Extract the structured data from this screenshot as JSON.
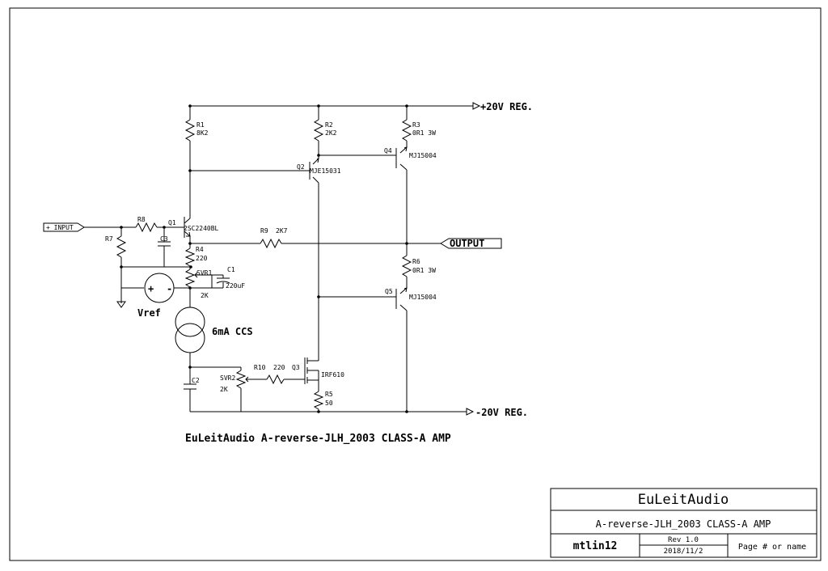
{
  "schematic": {
    "title_caption": "EuLeitAudio A-reverse-JLH_2003 CLASS-A AMP",
    "rails": {
      "positive": "+20V REG.",
      "negative": "-20V REG."
    },
    "ports": {
      "input": "+ INPUT",
      "output": "OUTPUT"
    },
    "labels": {
      "vref": "Vref",
      "ccs": "6mA CCS",
      "vref_plus": "+",
      "vref_minus": "-"
    },
    "components": {
      "r1": {
        "ref": "R1",
        "value": "8K2"
      },
      "r2": {
        "ref": "R2",
        "value": "2K2"
      },
      "r3": {
        "ref": "R3",
        "value": "0R1 3W"
      },
      "r4": {
        "ref": "R4",
        "value": "220"
      },
      "r5": {
        "ref": "R5",
        "value": "50"
      },
      "r6": {
        "ref": "R6",
        "value": "0R1 3W"
      },
      "r7": {
        "ref": "R7",
        "value": ""
      },
      "r8": {
        "ref": "R8",
        "value": ""
      },
      "r9": {
        "ref": "R9",
        "value": "2K7"
      },
      "r10": {
        "ref": "R10",
        "value": "220"
      },
      "svr1": {
        "ref": "SVR1",
        "value": "2K"
      },
      "svr2": {
        "ref": "SVR2",
        "value": "2K"
      },
      "c1": {
        "ref": "C1",
        "value": "220uF"
      },
      "c2": {
        "ref": "C2",
        "value": ""
      },
      "c3": {
        "ref": "C3",
        "value": ""
      },
      "q1": {
        "ref": "Q1",
        "value": "2SC2240BL"
      },
      "q2": {
        "ref": "Q2",
        "value": "MJE15031"
      },
      "q3": {
        "ref": "Q3",
        "value": "IRF610"
      },
      "q4": {
        "ref": "Q4",
        "value": "MJ15004"
      },
      "q5": {
        "ref": "Q5",
        "value": "MJ15004"
      }
    }
  },
  "title_block": {
    "company": "EuLeitAudio",
    "title": "A-reverse-JLH_2003 CLASS-A AMP",
    "author": "mtlin12",
    "revision": "Rev 1.0",
    "date": "2018/11/2",
    "page": "Page # or name"
  }
}
